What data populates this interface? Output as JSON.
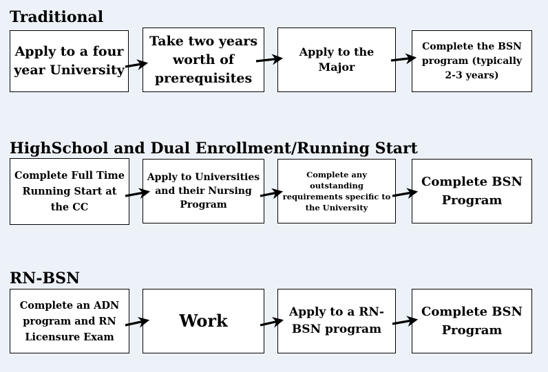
{
  "sections": [
    {
      "title": "Traditional",
      "steps": [
        "Apply to a four year University",
        "Take two years worth of prerequisites",
        "Apply to the Major",
        "Complete the BSN program (typically 2-3 years)"
      ]
    },
    {
      "title": "HighSchool and Dual Enrollment/Running Start",
      "steps": [
        "Complete Full Time Running Start at the CC",
        "Apply to Universities and their Nursing Program",
        "Complete any outstanding requirements specific to the University",
        "Complete BSN Program"
      ]
    },
    {
      "title": "RN-BSN",
      "steps": [
        "Complete an ADN program and RN Licensure Exam",
        "Work",
        "Apply to a RN-BSN program",
        "Complete BSN Program"
      ]
    }
  ]
}
